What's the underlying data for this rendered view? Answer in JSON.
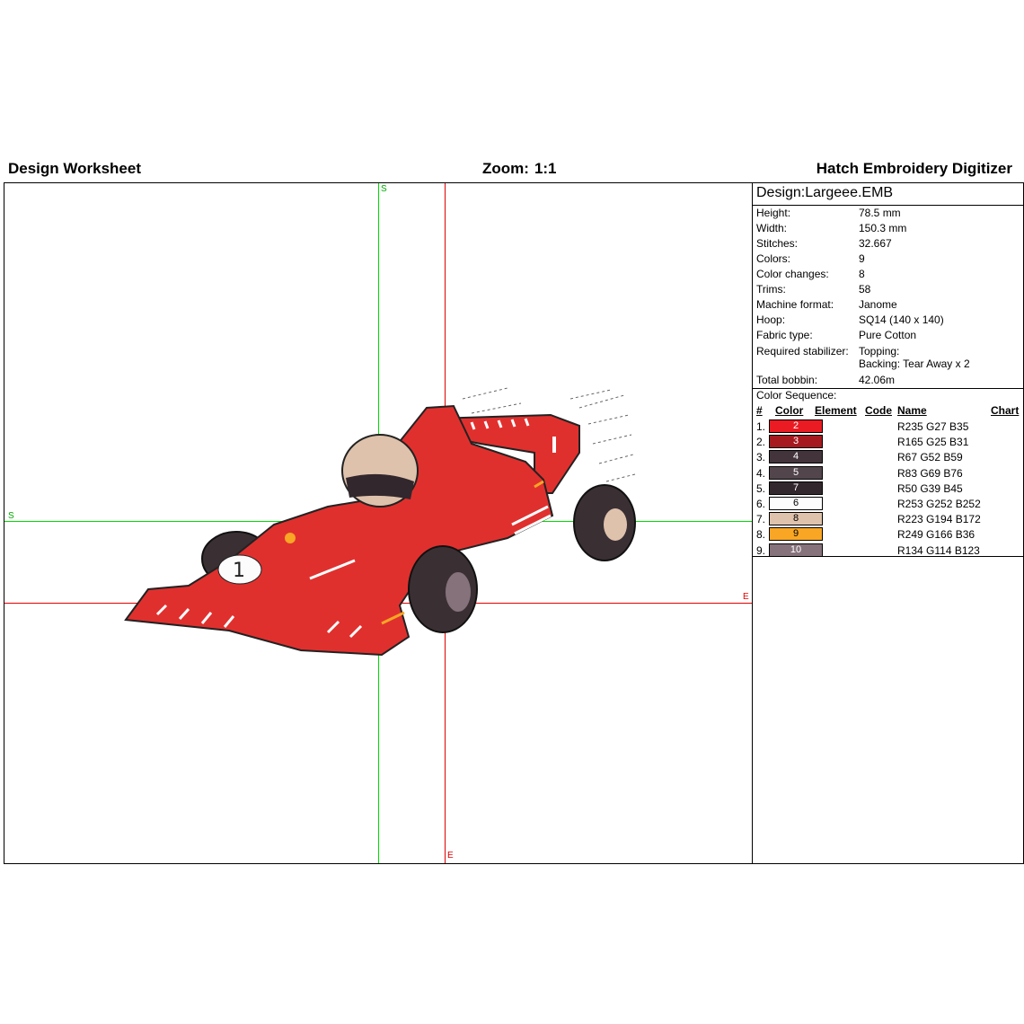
{
  "header": {
    "title": "Design Worksheet",
    "zoom_label": "Zoom:",
    "zoom_value": "1:1",
    "software": "Hatch Embroidery Digitizer"
  },
  "canvas": {
    "guide_start_label": "S",
    "guide_end_label": "E",
    "guide_colors": {
      "start": "#00dd00",
      "end": "#e00000"
    }
  },
  "design": {
    "name": "Design:Largeee.EMB",
    "info": [
      {
        "label": "Height:",
        "value": "78.5 mm"
      },
      {
        "label": "Width:",
        "value": "150.3 mm"
      },
      {
        "label": "Stitches:",
        "value": "32.667"
      },
      {
        "label": "Colors:",
        "value": "9"
      },
      {
        "label": "Color changes:",
        "value": "8"
      },
      {
        "label": "Trims:",
        "value": "58"
      },
      {
        "label": "Machine format:",
        "value": "Janome"
      },
      {
        "label": "Hoop:",
        "value": "SQ14 (140 x 140)"
      },
      {
        "label": "Fabric type:",
        "value": "Pure Cotton"
      },
      {
        "label": "Required stabilizer:",
        "value": "Topping:",
        "value2": "Backing: Tear Away x 2"
      },
      {
        "label": "Total bobbin:",
        "value": "42.06m"
      }
    ]
  },
  "color_sequence": {
    "title": "Color Sequence:",
    "headers": {
      "num": "#",
      "color": "Color",
      "element": "Element",
      "code": "Code",
      "name": "Name",
      "chart": "Chart"
    },
    "rows": [
      {
        "num": "1.",
        "code": "2",
        "name": "R235 G27 B35",
        "hex": "#eb1b23",
        "text": "#ffffff"
      },
      {
        "num": "2.",
        "code": "3",
        "name": "R165 G25 B31",
        "hex": "#a5191f",
        "text": "#ffffff"
      },
      {
        "num": "3.",
        "code": "4",
        "name": "R67 G52 B59",
        "hex": "#43343b",
        "text": "#ffffff"
      },
      {
        "num": "4.",
        "code": "5",
        "name": "R83 G69 B76",
        "hex": "#53454c",
        "text": "#ffffff"
      },
      {
        "num": "5.",
        "code": "7",
        "name": "R50 G39 B45",
        "hex": "#32272d",
        "text": "#ffffff"
      },
      {
        "num": "6.",
        "code": "6",
        "name": "R253 G252 B252",
        "hex": "#fdfcfc",
        "text": "#000000"
      },
      {
        "num": "7.",
        "code": "8",
        "name": "R223 G194 B172",
        "hex": "#dfc2ac",
        "text": "#000000"
      },
      {
        "num": "8.",
        "code": "9",
        "name": "R249 G166 B36",
        "hex": "#f9a624",
        "text": "#000000"
      },
      {
        "num": "9.",
        "code": "10",
        "name": "R134 G114 B123",
        "hex": "#86727b",
        "text": "#ffffff"
      }
    ]
  }
}
